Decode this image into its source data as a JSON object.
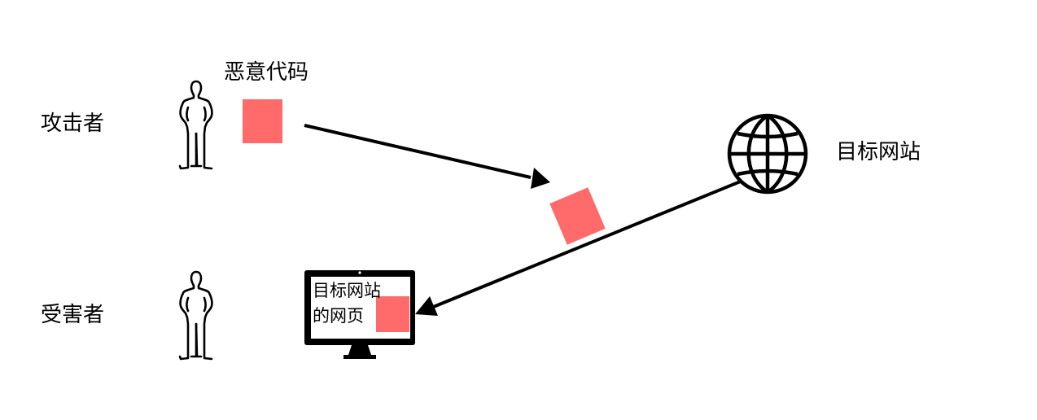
{
  "labels": {
    "attacker": "攻击者",
    "victim": "受害者",
    "malicious_code": "恶意代码",
    "target_site": "目标网站"
  },
  "screen": {
    "line1": "目标网站",
    "line2": "的网页"
  },
  "colors": {
    "payload": "#ff6a6a",
    "stroke": "#000000"
  },
  "icons": {
    "attacker": "person-icon",
    "victim": "person-icon",
    "site": "globe-icon",
    "browser": "monitor-icon"
  }
}
